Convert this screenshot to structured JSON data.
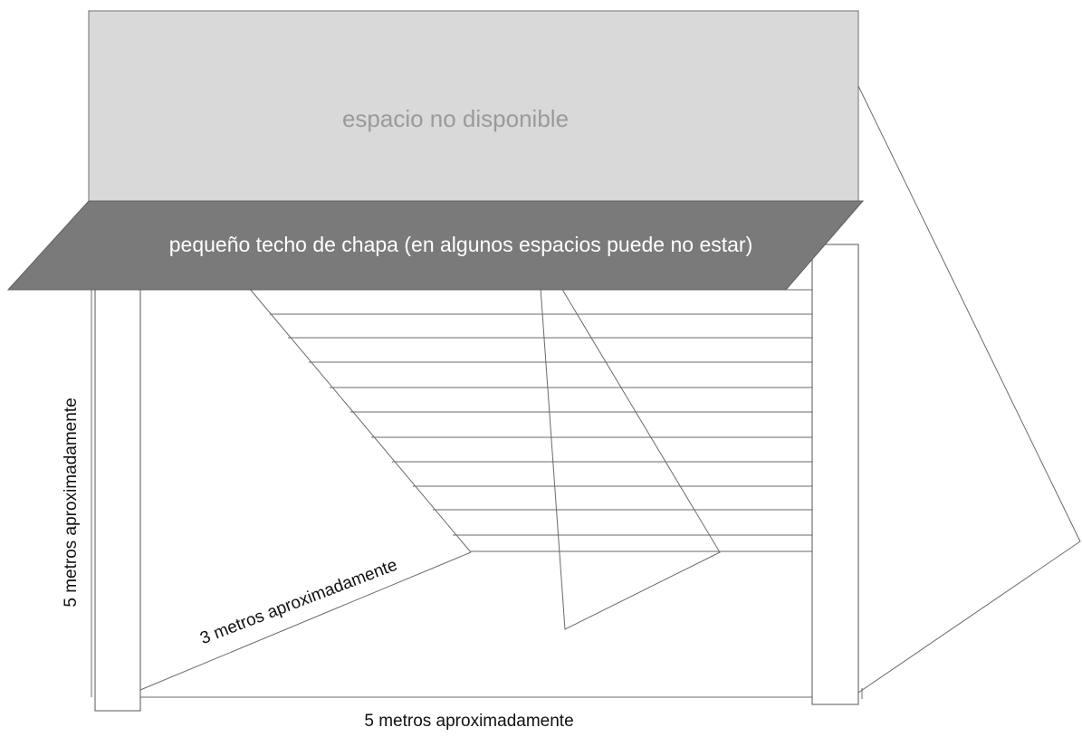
{
  "labels": {
    "unavailable_space": "espacio no disponible",
    "roof": "pequeño techo de chapa (en algunos espacios puede no estar)",
    "height": "5 metros aproximadamente",
    "depth": "3 metros aproximadamente",
    "width": "5 metros aproximadamente"
  },
  "colors": {
    "unavailable_fill": "#d9d9d9",
    "unavailable_text": "#9a9a9a",
    "roof_fill": "#7a7a7a",
    "roof_text": "#ffffff",
    "line": "#555555",
    "label_text": "#111111"
  }
}
